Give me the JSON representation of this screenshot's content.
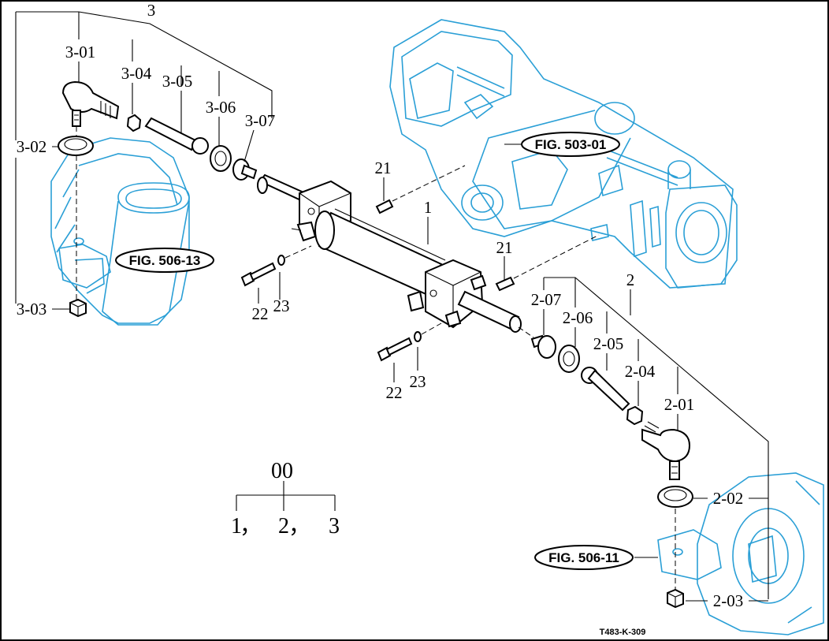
{
  "diagram": {
    "title_code": "T483-K-309",
    "assembly": {
      "root": "00",
      "children": [
        "1",
        "2",
        "3"
      ]
    },
    "fig_refs": [
      "FIG. 503-01",
      "FIG. 506-13",
      "FIG. 506-11"
    ],
    "labels": {
      "l3": "3",
      "l3_01": "3-01",
      "l3_02": "3-02",
      "l3_03": "3-03",
      "l3_04": "3-04",
      "l3_05": "3-05",
      "l3_06": "3-06",
      "l3_07": "3-07",
      "l1": "1",
      "l21a": "21",
      "l21b": "21",
      "l22a": "22",
      "l22b": "22",
      "l23a": "23",
      "l23b": "23",
      "l2": "2",
      "l2_01": "2-01",
      "l2_02": "2-02",
      "l2_03": "2-03",
      "l2_04": "2-04",
      "l2_05": "2-05",
      "l2_06": "2-06",
      "l2_07": "2-07"
    },
    "colors": {
      "housing": "#2a9fd6",
      "parts": "#000000",
      "border": "#000000"
    }
  }
}
